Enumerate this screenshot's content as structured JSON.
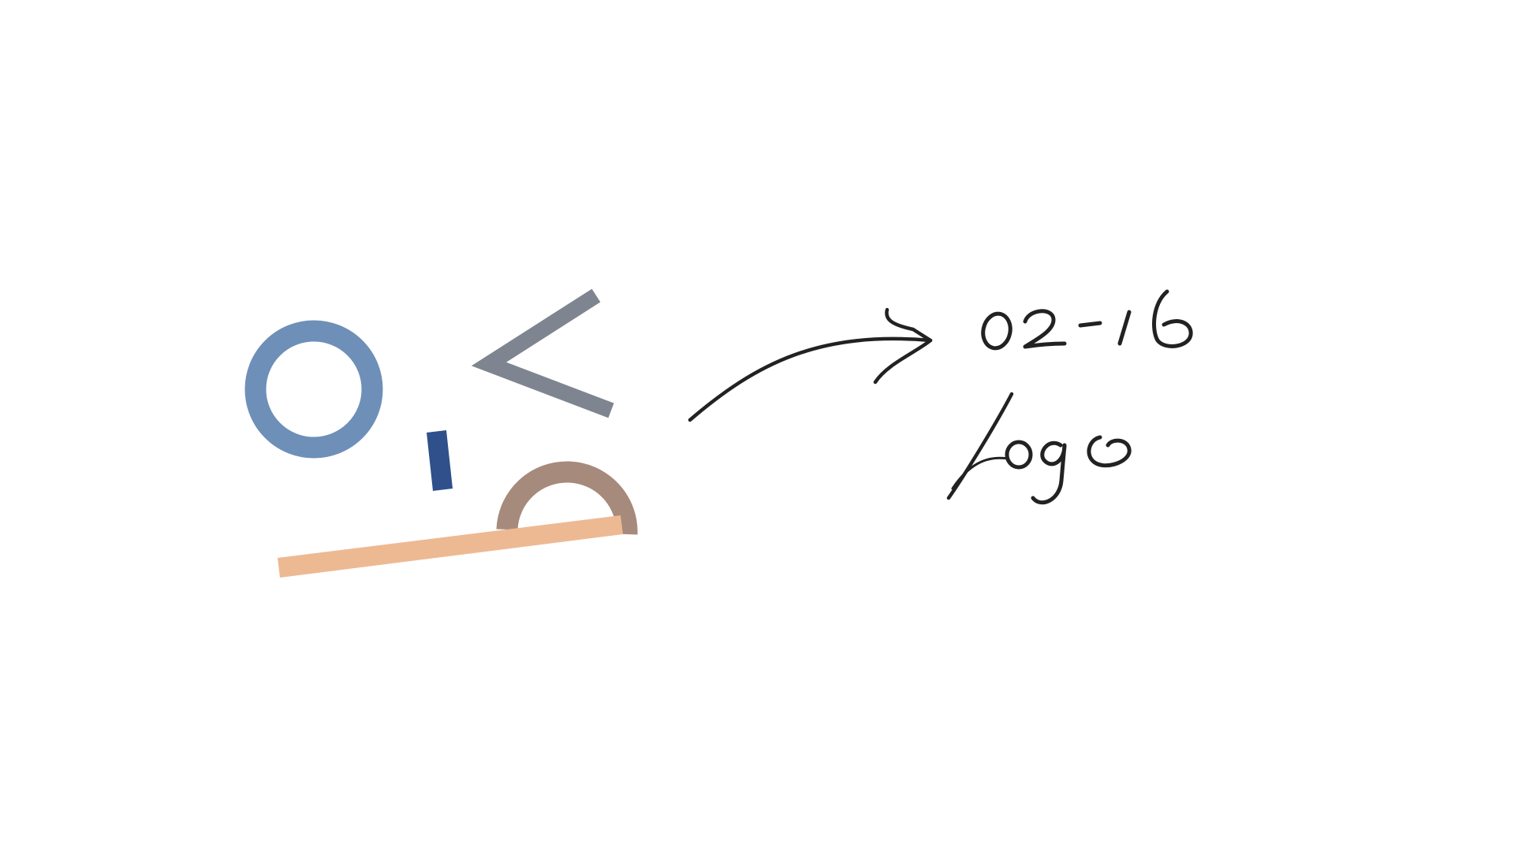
{
  "sketch": {
    "handwritten_lines": [
      "02-16",
      "logo"
    ],
    "shapes": [
      {
        "name": "ring",
        "color": "#6E8FB8"
      },
      {
        "name": "chevron",
        "color": "#7E8590"
      },
      {
        "name": "small-bar",
        "color": "#2F508A"
      },
      {
        "name": "half-ring",
        "color": "#A68A7C"
      },
      {
        "name": "long-bar",
        "color": "#EDB993"
      }
    ],
    "ink_color": "#222222"
  }
}
